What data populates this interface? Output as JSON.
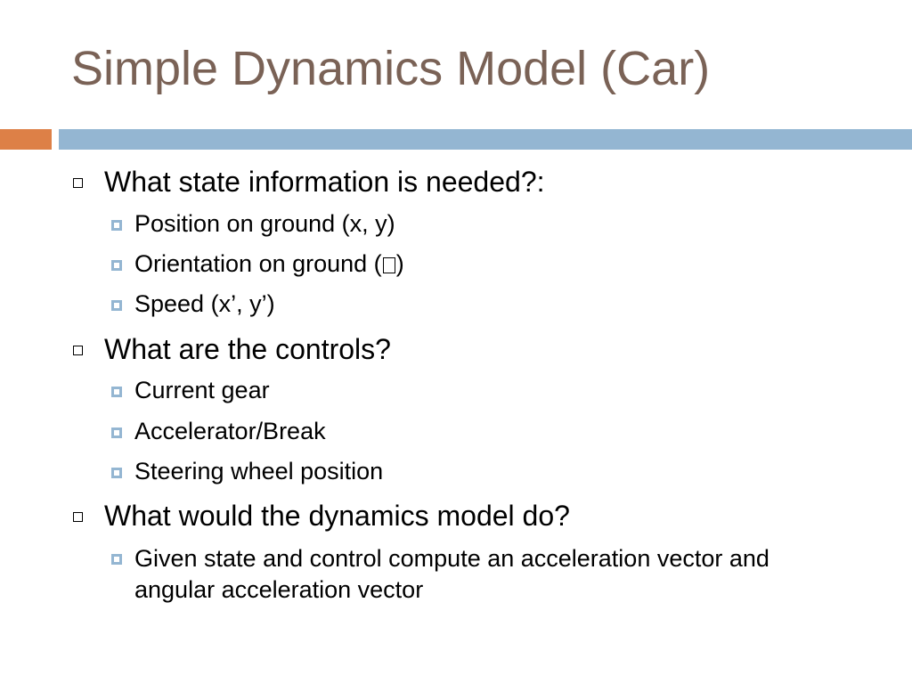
{
  "slide": {
    "title": "Simple Dynamics Model (Car)",
    "colors": {
      "title": "#7a6256",
      "accent_bar": "#dd8047",
      "main_bar": "#94b6d2",
      "sub_bullet": "#94b6d2"
    },
    "sections": [
      {
        "heading": "What state information is needed?:",
        "items": [
          "Position on ground (x, y)",
          {
            "before": "Orientation on ground (",
            "symbol": "missing-glyph-box",
            "after": ")"
          },
          "Speed (x’, y’)"
        ]
      },
      {
        "heading": "What are the controls?",
        "items": [
          "Current gear",
          "Accelerator/Break",
          "Steering wheel position"
        ]
      },
      {
        "heading": "What would the dynamics model do?",
        "items": [
          "Given state and control compute an acceleration vector and angular acceleration vector"
        ]
      }
    ]
  }
}
